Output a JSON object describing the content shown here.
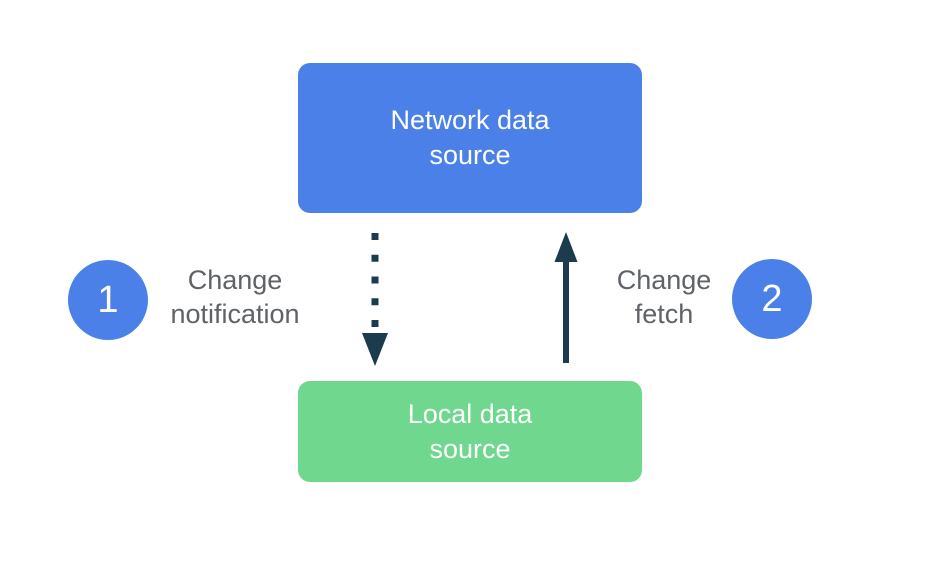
{
  "colors": {
    "accent_blue": "#4C80E9",
    "accent_green": "#6FD88E",
    "arrow_dark": "#1C3B4D",
    "label_gray": "#5F6368",
    "node_text": "#FFFFFF"
  },
  "nodes": {
    "network": {
      "line1": "Network data",
      "line2": "source"
    },
    "local": {
      "line1": "Local data",
      "line2": "source"
    }
  },
  "steps": {
    "step1": {
      "number": "1",
      "label_line1": "Change",
      "label_line2": "notification"
    },
    "step2": {
      "number": "2",
      "label_line1": "Change",
      "label_line2": "fetch"
    }
  },
  "arrows": {
    "change_notification": {
      "style": "dotted",
      "direction": "down",
      "from": "Network data source",
      "to": "Local data source"
    },
    "change_fetch": {
      "style": "solid",
      "direction": "up",
      "from": "Local data source",
      "to": "Network data source"
    }
  }
}
